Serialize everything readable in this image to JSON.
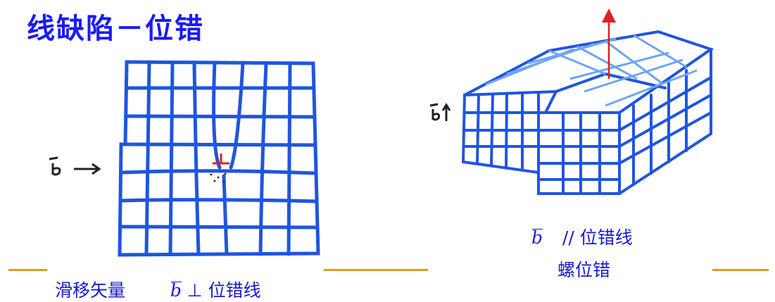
{
  "title": "线缺陷－位错",
  "left_caption": {
    "slip_vector_label": "滑移矢量",
    "b_symbol": "b",
    "relation": "⊥ 位错线"
  },
  "right_caption": {
    "b_symbol": "b",
    "relation": "// 位错线",
    "type_name": "螺位错"
  },
  "colors": {
    "title": "#1a1aff",
    "grid": "#1f55e0",
    "grid_light": "#6fa4f5",
    "dislocation_mark": "#e02020",
    "divider": "#d4a017",
    "caption": "#1a1acc"
  }
}
